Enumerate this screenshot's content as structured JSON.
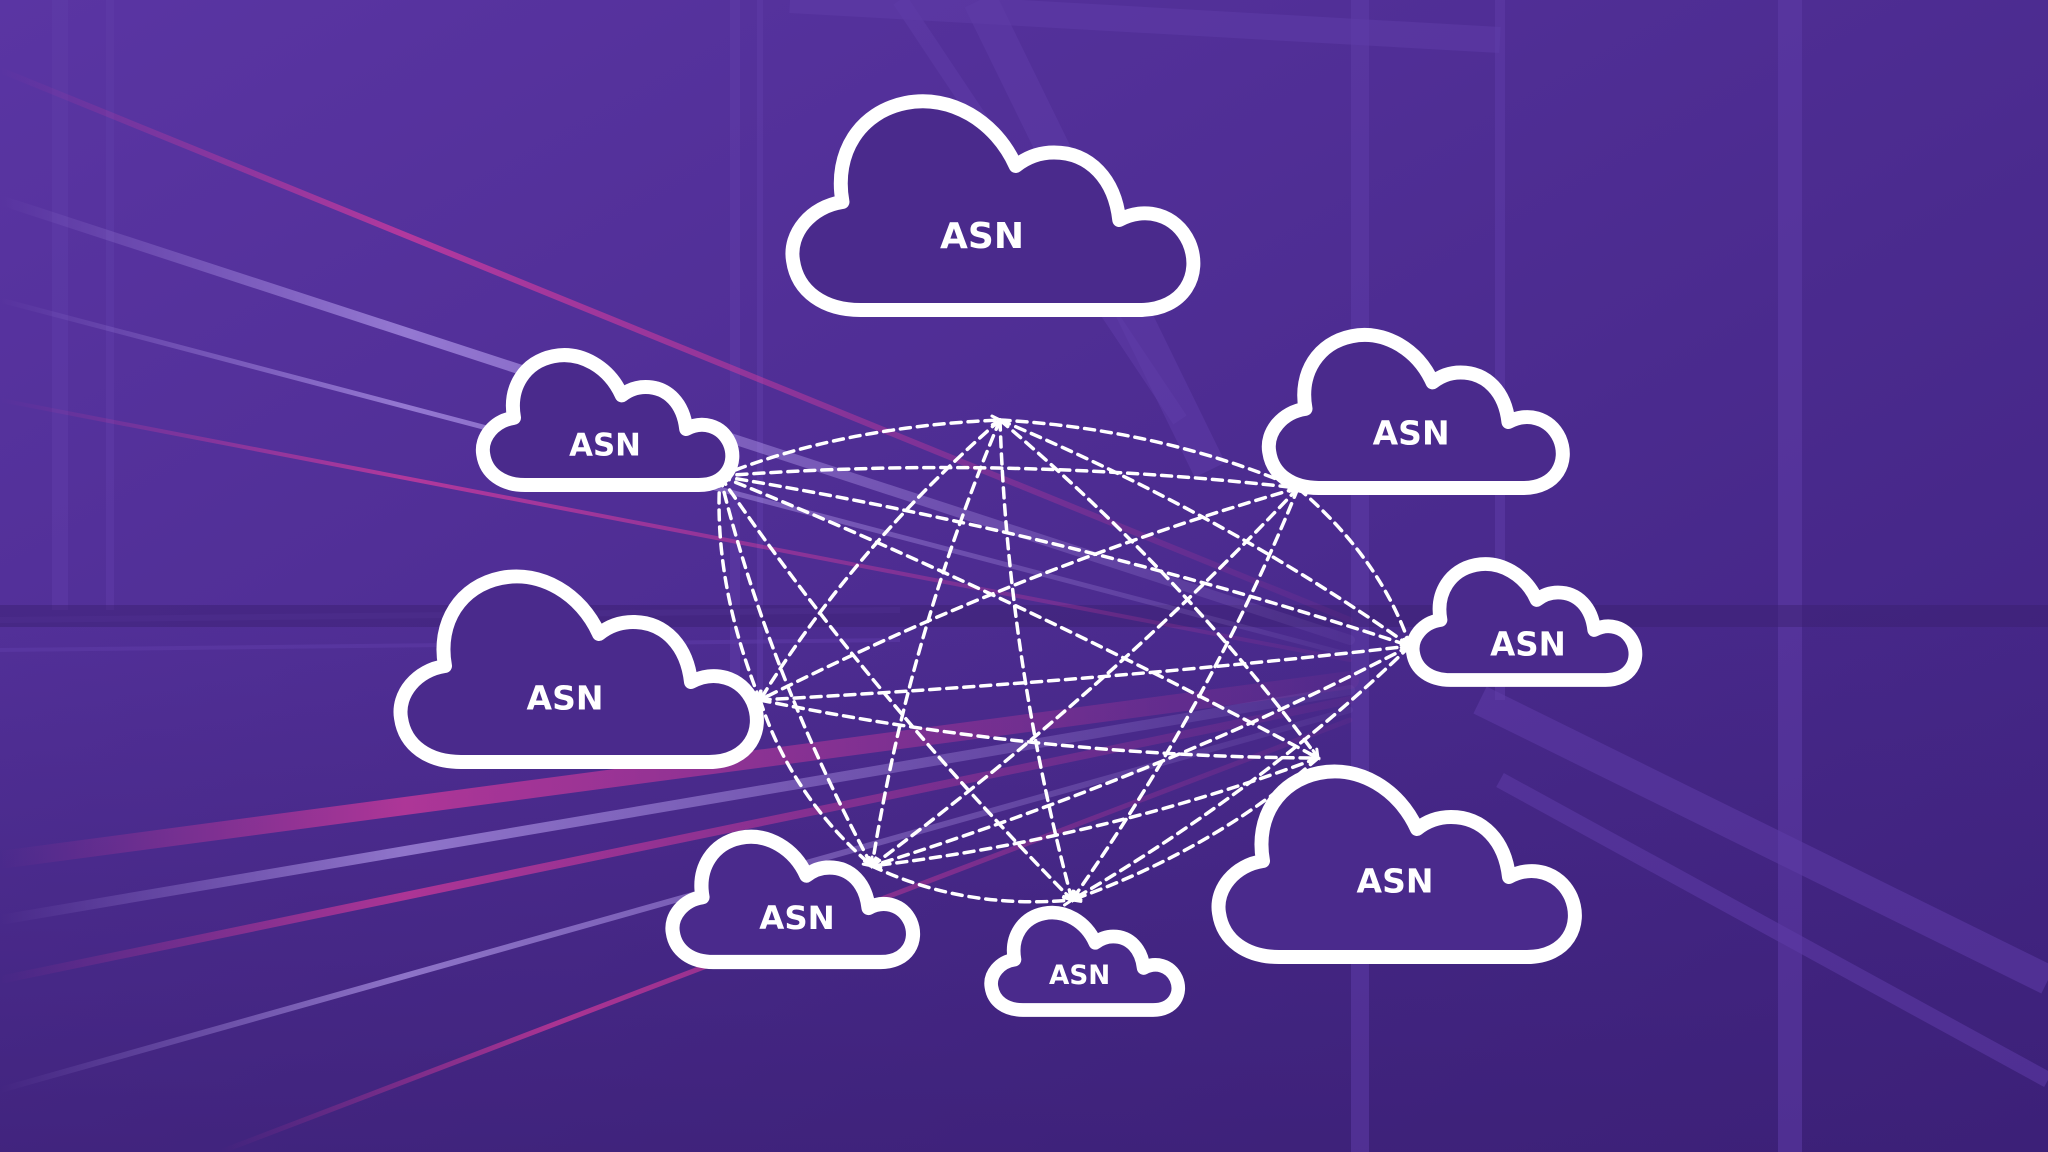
{
  "diagram": {
    "colors": {
      "background": "#4a2a8c",
      "cloud_outline": "#ffffff",
      "link": "#ffffff",
      "light_trail_pink": "#d63a8f",
      "light_trail_lavender": "#b79cff"
    },
    "node_label": "ASN",
    "nodes": [
      {
        "id": "top"
      },
      {
        "id": "upper-left"
      },
      {
        "id": "upper-right"
      },
      {
        "id": "middle-left"
      },
      {
        "id": "middle-right"
      },
      {
        "id": "lower-right"
      },
      {
        "id": "bottom-left"
      },
      {
        "id": "bottom-center"
      }
    ],
    "connections": [
      [
        "upper-left",
        "top"
      ],
      [
        "upper-left",
        "middle-left"
      ],
      [
        "upper-left",
        "upper-right"
      ],
      [
        "upper-left",
        "middle-right"
      ],
      [
        "upper-left",
        "lower-right"
      ],
      [
        "upper-left",
        "bottom-left"
      ],
      [
        "upper-left",
        "bottom-center"
      ],
      [
        "top",
        "upper-right"
      ],
      [
        "top",
        "middle-right"
      ],
      [
        "top",
        "lower-right"
      ],
      [
        "top",
        "bottom-left"
      ],
      [
        "top",
        "bottom-center"
      ],
      [
        "top",
        "middle-left"
      ],
      [
        "upper-right",
        "middle-left"
      ],
      [
        "upper-right",
        "middle-right"
      ],
      [
        "upper-right",
        "bottom-left"
      ],
      [
        "upper-right",
        "bottom-center"
      ],
      [
        "middle-left",
        "middle-right"
      ],
      [
        "middle-left",
        "lower-right"
      ],
      [
        "middle-left",
        "bottom-left"
      ],
      [
        "middle-right",
        "bottom-left"
      ],
      [
        "middle-right",
        "bottom-center"
      ],
      [
        "lower-right",
        "bottom-left"
      ],
      [
        "lower-right",
        "bottom-center"
      ],
      [
        "bottom-left",
        "bottom-center"
      ]
    ]
  }
}
